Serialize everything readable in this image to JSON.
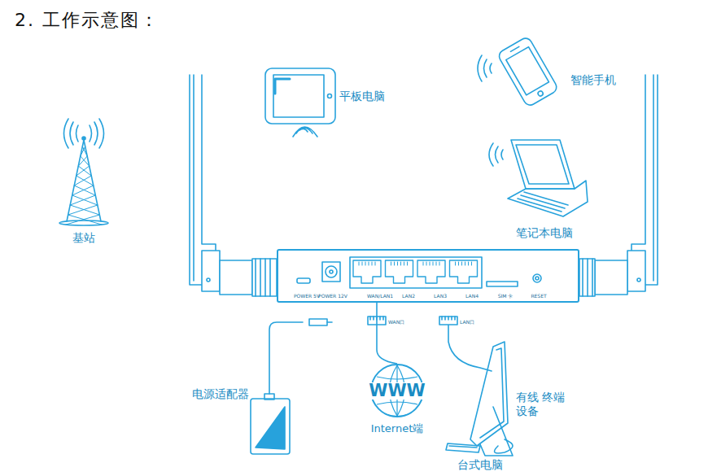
{
  "diagram": {
    "title": "2. 工作示意图：",
    "nodes": [
      {
        "text": [
          "POWER 5V",
          "POWER 12V",
          "WAN/LAN1",
          "LAN2",
          "LAN3",
          "LAN4",
          "SIM 卡",
          "RESET"
        ]
      },
      {
        "text": [
          "WWW",
          "Internet端"
        ]
      }
    ],
    "edges": [
      {
        "from": 0,
        "to": 1,
        "arrow": "none"
      }
    ],
    "labels": [
      "基站",
      "平板电脑",
      "智能手机",
      "笔记本电脑",
      "电源适配器",
      "有线 终端设备",
      "台式电脑",
      "WAN口",
      "LAN口"
    ]
  }
}
